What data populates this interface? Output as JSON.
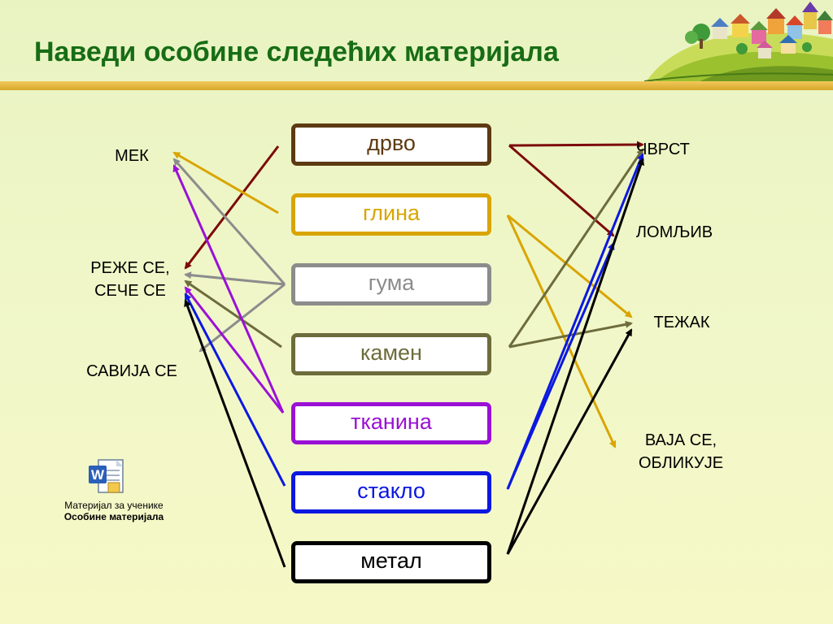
{
  "slide": {
    "title": "Наведи особине следећих материјала",
    "note_line1": "Материјал за ученике",
    "note_line2": "Особине материјала"
  },
  "colors": {
    "title": "#176d15",
    "rule": "#e0b33c",
    "drvo": "#5c3a12",
    "glina": "#d9a500",
    "guma": "#8c8c8c",
    "kamen": "#6d6c3c",
    "tkanina": "#9a11d6",
    "staklo": "#0b18e0",
    "metal": "#000000",
    "arrow_drvo": "#7c0a0a"
  },
  "materials": [
    {
      "id": "drvo",
      "label": "дрво"
    },
    {
      "id": "glina",
      "label": "глина"
    },
    {
      "id": "guma",
      "label": "гума"
    },
    {
      "id": "kamen",
      "label": "камен"
    },
    {
      "id": "tkanina",
      "label": "тканина"
    },
    {
      "id": "staklo",
      "label": "стакло"
    },
    {
      "id": "metal",
      "label": "метал"
    }
  ],
  "properties_left": [
    {
      "id": "mek",
      "label": "МЕК"
    },
    {
      "id": "reze",
      "label_line1": "РЕЖЕ СЕ,",
      "label_line2": "СЕЧЕ СЕ"
    },
    {
      "id": "savija",
      "label": "САВИЈА СЕ"
    }
  ],
  "properties_right": [
    {
      "id": "cvrst",
      "label": "ЧВРСТ"
    },
    {
      "id": "lomljiv",
      "label": "ЛОМЉИВ"
    },
    {
      "id": "tezak",
      "label": "ТЕЖАК"
    },
    {
      "id": "vaja",
      "label_line1": "ВАЈА СЕ,",
      "label_line2": "ОБЛИКУЈЕ"
    }
  ],
  "links": [
    {
      "from": "drvo",
      "to": "reze"
    },
    {
      "from": "drvo",
      "to": "cvrst"
    },
    {
      "from": "drvo",
      "to": "lomljiv"
    },
    {
      "from": "glina",
      "to": "mek"
    },
    {
      "from": "glina",
      "to": "tezak"
    },
    {
      "from": "glina",
      "to": "vaja"
    },
    {
      "from": "guma",
      "to": "mek"
    },
    {
      "from": "guma",
      "to": "reze"
    },
    {
      "from": "guma",
      "to": "savija"
    },
    {
      "from": "kamen",
      "to": "reze"
    },
    {
      "from": "kamen",
      "to": "cvrst"
    },
    {
      "from": "kamen",
      "to": "tezak"
    },
    {
      "from": "tkanina",
      "to": "mek"
    },
    {
      "from": "tkanina",
      "to": "reze"
    },
    {
      "from": "staklo",
      "to": "reze"
    },
    {
      "from": "staklo",
      "to": "cvrst"
    },
    {
      "from": "staklo",
      "to": "lomljiv"
    },
    {
      "from": "metal",
      "to": "reze"
    },
    {
      "from": "metal",
      "to": "cvrst"
    },
    {
      "from": "metal",
      "to": "tezak"
    }
  ]
}
